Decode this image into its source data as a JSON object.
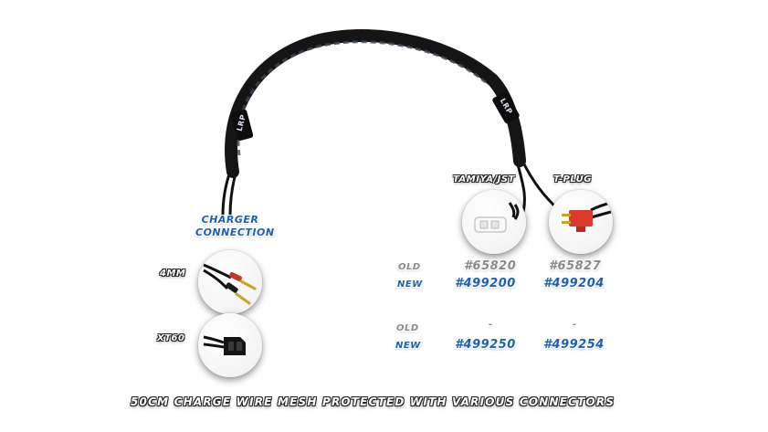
{
  "product": {
    "brand_mark": "LRP",
    "caption": "50CM CHARGE WIRE MESH PROTECTED WITH VARIOUS CONNECTORS"
  },
  "charger": {
    "heading_line1": "CHARGER",
    "heading_line2": "CONNECTION",
    "options": [
      {
        "label": "4MM",
        "icon": "banana-plug-icon"
      },
      {
        "label": "XT60",
        "icon": "xt60-connector-icon"
      }
    ]
  },
  "battery_connectors": [
    {
      "label": "TAMIYA/JST",
      "icon": "tamiya-connector-icon"
    },
    {
      "label": "T-PLUG",
      "icon": "t-plug-connector-icon"
    }
  ],
  "rows": [
    {
      "old_label": "OLD",
      "new_label": "NEW",
      "old_codes": [
        "#65820",
        "#65827"
      ],
      "new_codes": [
        "#499200",
        "#499204"
      ]
    },
    {
      "old_label": "OLD",
      "new_label": "NEW",
      "old_codes": [
        "-",
        "-"
      ],
      "new_codes": [
        "#499250",
        "#499254"
      ]
    }
  ],
  "colors": {
    "blue": "#1e5fb0",
    "grey": "#8a8a8a",
    "cable": "#151515"
  }
}
